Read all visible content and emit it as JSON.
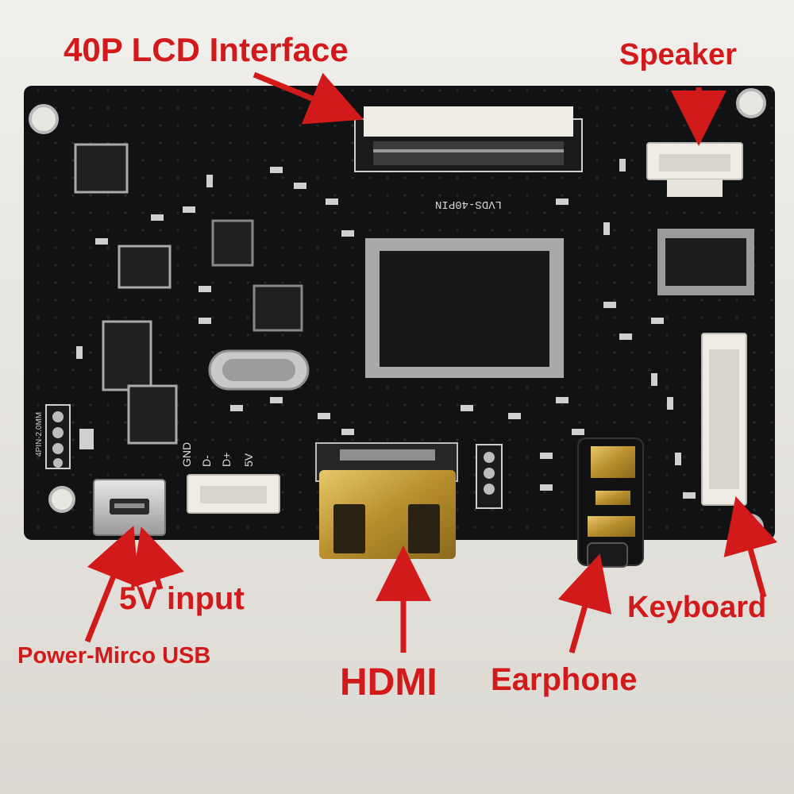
{
  "labels": {
    "lcd": "40P LCD Interface",
    "speaker": "Speaker",
    "usb_power": "Power-Mirco USB",
    "input_5v": "5V input",
    "hdmi": "HDMI",
    "earphone": "Earphone",
    "keyboard": "Keyboard"
  },
  "silkscreen": {
    "lvds": "LVDS-40PIN",
    "gnd": "GND",
    "d_minus": "D-",
    "d_plus": "D+",
    "v5": "5V",
    "pin4": "4PIN-2.0MM"
  },
  "colors": {
    "annotation": "#d21a1a",
    "pcb": "#111213",
    "connector": "#f2efe9",
    "gold": "#c9a23a"
  }
}
